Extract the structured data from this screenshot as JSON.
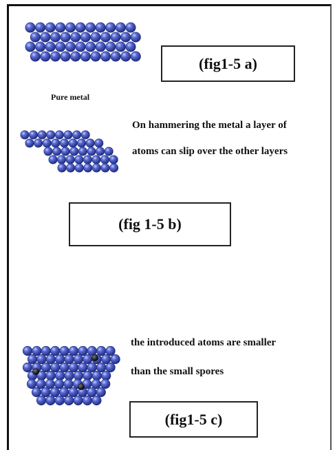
{
  "figure": {
    "captions": {
      "a": "(fig1-5 a)",
      "b": "(fig 1-5  b)",
      "c": "(fig1-5 c)"
    },
    "labels": {
      "pure_metal": "Pure metal",
      "hammering_line1": "On hammering the metal a layer of",
      "hammering_line2": "atoms can slip over the other layers",
      "introduced_line1": "the introduced atoms are smaller",
      "introduced_line2": "than the small spores"
    },
    "colors": {
      "atom_main": "#3f4fb8",
      "atom_highlight": "#aab4f2",
      "atom_dark": "#1f2b7a",
      "impurity_atom": "#111111",
      "border": "#111111"
    },
    "icons": {
      "lattice_a": "pure-metal-lattice-icon",
      "lattice_b": "slipped-layer-lattice-icon",
      "lattice_c": "alloy-lattice-icon"
    }
  }
}
